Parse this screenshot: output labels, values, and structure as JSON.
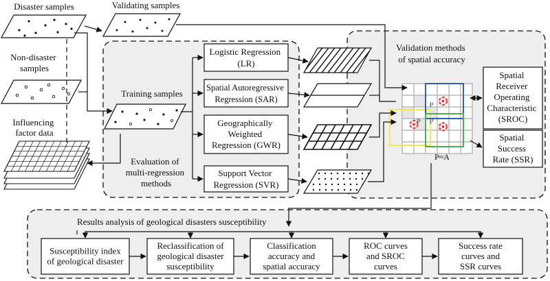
{
  "inputs": {
    "disaster_samples": "Disaster samples",
    "validating_samples": "Validating samples",
    "non_disaster_samples": [
      "Non-disaster",
      "samples"
    ],
    "influencing_factor_data": [
      "Influencing",
      "factor data"
    ],
    "training_samples": "Training samples"
  },
  "models": {
    "lr": [
      "Logistic Regression",
      "(LR)"
    ],
    "sar": [
      "Spatial Autoregressive",
      "Regression (SAR)"
    ],
    "gwr": [
      "Geographically",
      "Weighted",
      "Regression (GWR)"
    ],
    "svr": [
      "Support Vector",
      "Regression (SVR)"
    ]
  },
  "evaluation": [
    "Evaluation of",
    "multi-regression",
    "methods"
  ],
  "validation": {
    "title": [
      "Validation methods",
      "of spatial accuracy"
    ],
    "sroc": [
      "Spatial",
      "Receiver",
      "Operating",
      "Characteristic",
      "(SROC)"
    ],
    "ssr": [
      "Spatial",
      "Success",
      "Rate (SSR)"
    ],
    "grid_marker": "P",
    "p_approx_a": "P≈A"
  },
  "results": {
    "title": "Results analysis of geological disasters susceptibility",
    "boxes": [
      [
        "Susceptibility index",
        "of geological disaster"
      ],
      [
        "Reclassification of",
        "geological disaster",
        "susceptibility"
      ],
      [
        "Classification",
        "accuracy and",
        "spatial accuracy"
      ],
      [
        "ROC curves",
        "and SROC",
        "curves"
      ],
      [
        "Success rate",
        "curves and",
        "SSR curves"
      ]
    ]
  },
  "colors": {
    "blue_square": "#2e5fb3",
    "yellow_square": "#f2e94e",
    "green_square": "#4caf50",
    "marker_red": "#e23b3b",
    "panel_fill": "#eeeeee"
  }
}
